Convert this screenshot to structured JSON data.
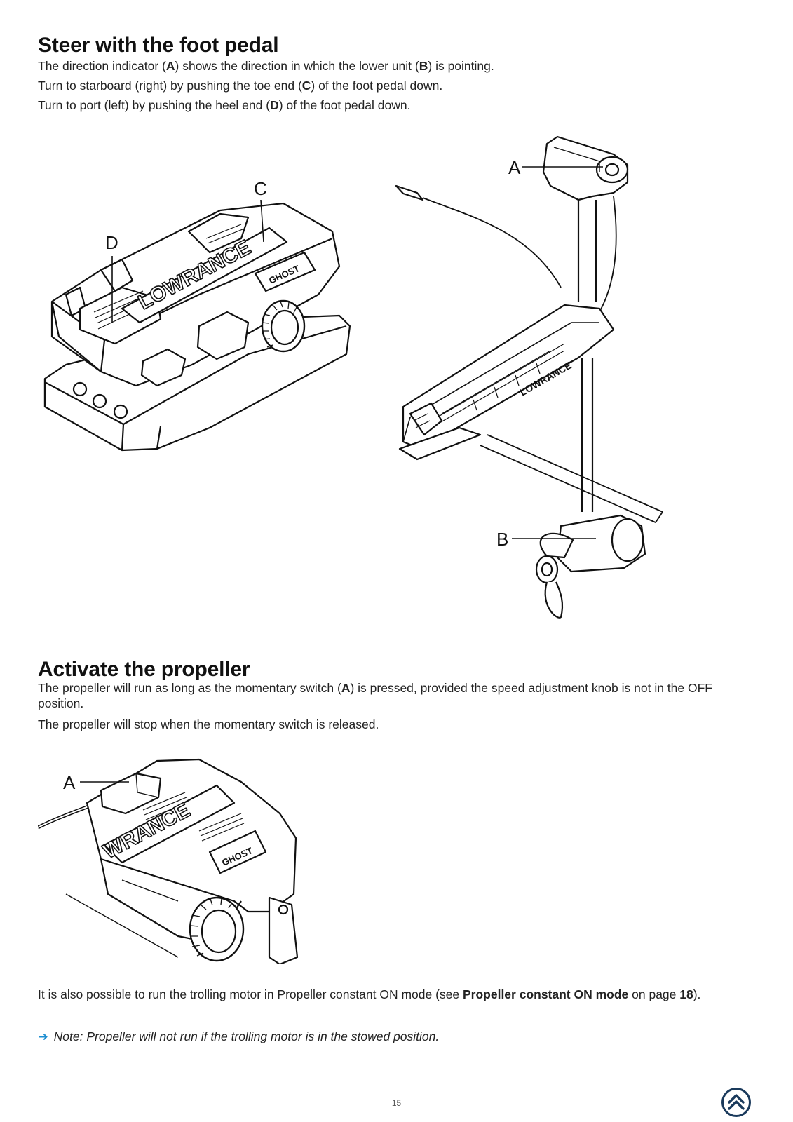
{
  "sections": [
    {
      "heading": "Steer with the foot pedal",
      "lines": [
        [
          "The direction indicator (",
          "A",
          ") shows the direction in which the lower unit (",
          "B",
          ") is pointing."
        ],
        [
          "Turn to starboard (right) by pushing the toe end (",
          "C",
          ") of the foot pedal down."
        ],
        [
          "Turn to port (left) by pushing the heel end (",
          "D",
          ") of the foot pedal down."
        ]
      ]
    },
    {
      "heading": "Activate the propeller",
      "lines": [
        [
          "The propeller will run as long as the momentary switch (",
          "A",
          ") is pressed, provided the speed adjustment knob is not in the OFF position."
        ],
        [
          "The propeller will stop when the momentary switch is released."
        ]
      ]
    }
  ],
  "figures": {
    "pedal": {
      "callout_c": "C",
      "callout_d": "D",
      "brand": "LOWRANCE",
      "badge": "GHOST"
    },
    "motor": {
      "callout_a": "A",
      "callout_b": "B",
      "brand": "LOWRANCE"
    },
    "switch": {
      "callout_a": "A",
      "brand": "WRANCE",
      "badge": "GHOST"
    }
  },
  "footer_text": {
    "prefix": "It is also possible to run the trolling motor in Propeller constant ON mode (see ",
    "link": "Propeller constant ON mode",
    "middle": " on page ",
    "page_ref": "18",
    "suffix": ")."
  },
  "note": {
    "arrow": "➔",
    "label": "Note:",
    "text": " Propeller will not run if the trolling motor is in the stowed position."
  },
  "page_number": "15",
  "up_button": {
    "icon": "double-chevron-up-icon"
  },
  "colors": {
    "accent": "#1f8fd1",
    "ink": "#111111"
  }
}
